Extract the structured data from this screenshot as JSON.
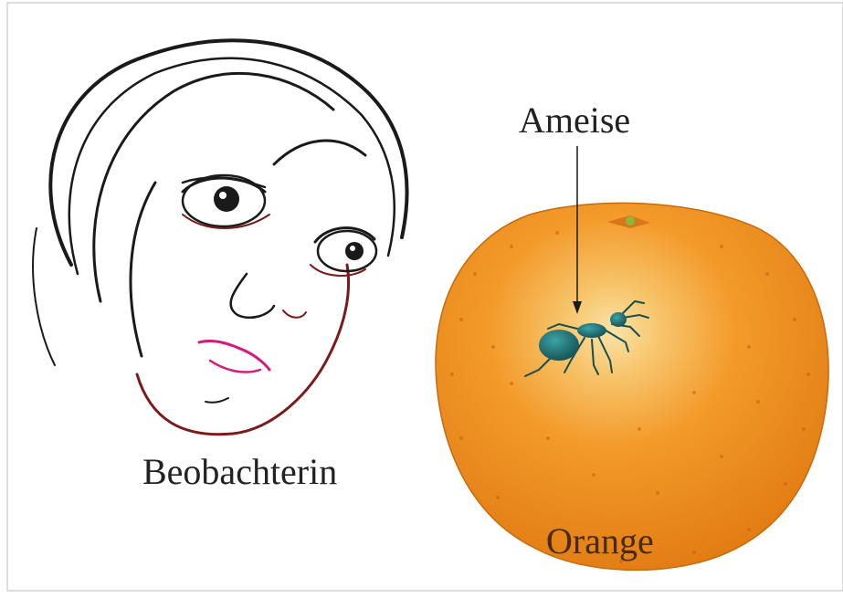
{
  "labels": {
    "observer": "Beobachterin",
    "ant": "Ameise",
    "orange": "Orange"
  },
  "colors": {
    "orange_fill": "#f39a2a",
    "orange_highlight": "#fbe3a8",
    "ant_body": "#1f6f73",
    "face_line": "#1a1a1a",
    "face_shadow_line": "#7a1a1a",
    "lips": "#d6197a",
    "stem": "#8ab83a"
  },
  "icons": {
    "observer": "observer-face-drawing",
    "orange": "orange-fruit-drawing",
    "ant": "ant-drawing",
    "pointer": "arrow-pointer-icon"
  }
}
